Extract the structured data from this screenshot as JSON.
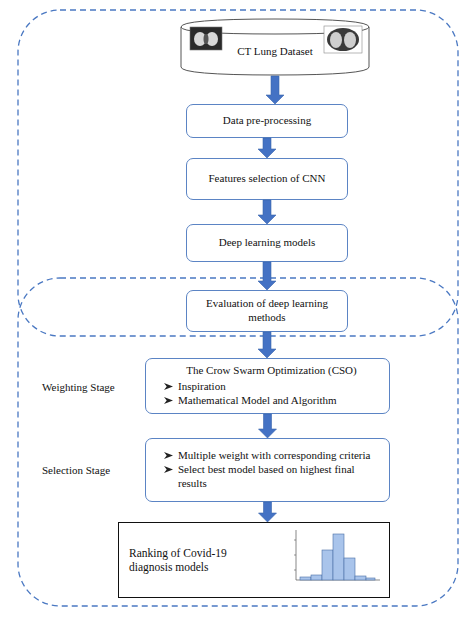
{
  "diagram": {
    "nodes": [
      {
        "text": [
          "CT Lung Dataset"
        ]
      },
      {
        "text": [
          "Data pre-processing"
        ]
      },
      {
        "text": [
          "Features selection of CNN"
        ]
      },
      {
        "text": [
          "Deep learning models"
        ]
      },
      {
        "text": [
          "Evaluation of deep learning methods"
        ]
      },
      {
        "text": [
          "The Crow Swarm Optimization (CSO)",
          "Inspiration",
          "Mathematical Model and Algorithm"
        ]
      },
      {
        "text": [
          "Multiple weight with corresponding criteria",
          "Select best model based on highest final results"
        ]
      },
      {
        "text": [
          "Ranking of Covid-19 diagnosis models"
        ]
      }
    ],
    "edges": [
      {
        "from": 0,
        "to": 1,
        "arrow": "to"
      },
      {
        "from": 1,
        "to": 2,
        "arrow": "to"
      },
      {
        "from": 2,
        "to": 3,
        "arrow": "to"
      },
      {
        "from": 3,
        "to": 4,
        "arrow": "to"
      },
      {
        "from": 4,
        "to": 5,
        "arrow": "to"
      },
      {
        "from": 5,
        "to": 6,
        "arrow": "to"
      },
      {
        "from": 6,
        "to": 7,
        "arrow": "to"
      }
    ],
    "labels": [
      "Weighting Stage",
      "Selection Stage"
    ]
  }
}
